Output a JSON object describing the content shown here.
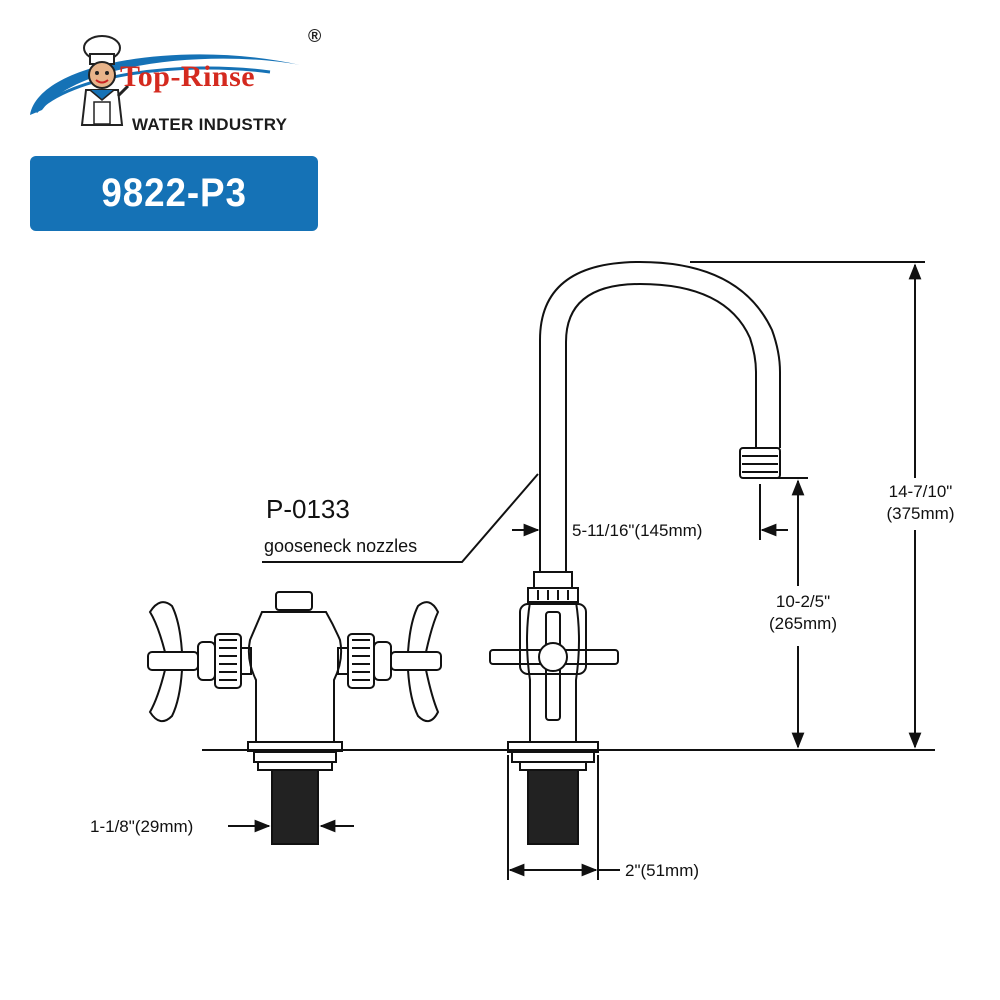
{
  "brand": {
    "name": "Top-Rinse",
    "subtitle": "WATER INDUSTRY",
    "registered": "®",
    "colors": {
      "blue": "#1572b6",
      "red": "#d42a1f"
    }
  },
  "model": {
    "label": "9822-P3"
  },
  "callout": {
    "part_number": "P-0133",
    "description": "gooseneck nozzles"
  },
  "dimensions": {
    "spout_reach": "5-11/16\"(145mm)",
    "outlet_height_in": "10-2/5\"",
    "outlet_height_mm": "(265mm)",
    "overall_height_in": "14-7/10\"",
    "overall_height_mm": "(375mm)",
    "shank_diameter": "1-1/8\"(29mm)",
    "base_width": "2\"(51mm)"
  }
}
